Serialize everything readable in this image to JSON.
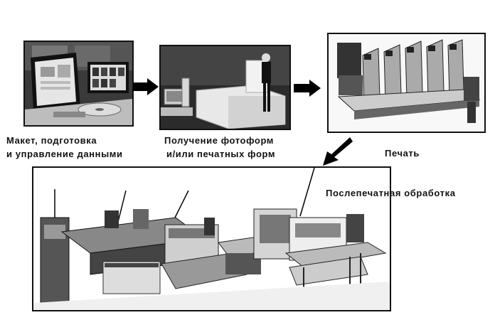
{
  "steps": [
    {
      "lines": [
        "Макет, подготовка",
        "и управление данными"
      ]
    },
    {
      "lines": [
        "Получение фотоформ",
        "и/или печатных форм"
      ]
    },
    {
      "lines": [
        "Печать"
      ]
    },
    {
      "lines": [
        "Послепечатная обработка"
      ]
    }
  ],
  "icons": {
    "arrow_1": "right-arrow-icon",
    "arrow_2": "right-arrow-icon",
    "arrow_3": "down-left-arrow-icon"
  }
}
